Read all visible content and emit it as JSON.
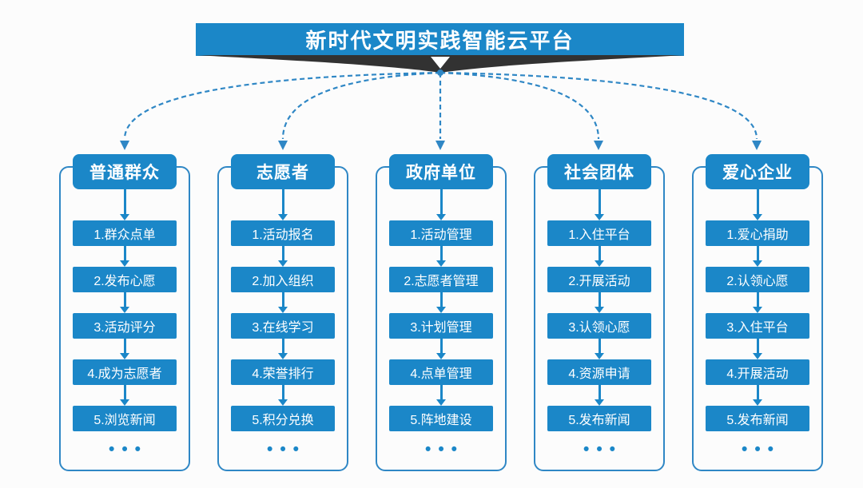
{
  "title": "新时代文明实践智能云平台",
  "colors": {
    "primary": "#1b87c8",
    "connector": "#2f87c5",
    "ribbon": "#323232",
    "background": "#fcfcfc",
    "text-on-primary": "#ffffff"
  },
  "columns": [
    {
      "title": "普通群众",
      "steps": [
        "1.群众点单",
        "2.发布心愿",
        "3.活动评分",
        "4.成为志愿者",
        "5.浏览新闻"
      ],
      "more": "•••"
    },
    {
      "title": "志愿者",
      "steps": [
        "1.活动报名",
        "2.加入组织",
        "3.在线学习",
        "4.荣誉排行",
        "5.积分兑换"
      ],
      "more": "•••"
    },
    {
      "title": "政府单位",
      "steps": [
        "1.活动管理",
        "2.志愿者管理",
        "3.计划管理",
        "4.点单管理",
        "5.阵地建设"
      ],
      "more": "•••"
    },
    {
      "title": "社会团体",
      "steps": [
        "1.入住平台",
        "2.开展活动",
        "3.认领心愿",
        "4.资源申请",
        "5.发布新闻"
      ],
      "more": "•••"
    },
    {
      "title": "爱心企业",
      "steps": [
        "1.爱心捐助",
        "2.认领心愿",
        "3.入住平台",
        "4.开展活动",
        "5.发布新闻"
      ],
      "more": "•••"
    }
  ]
}
